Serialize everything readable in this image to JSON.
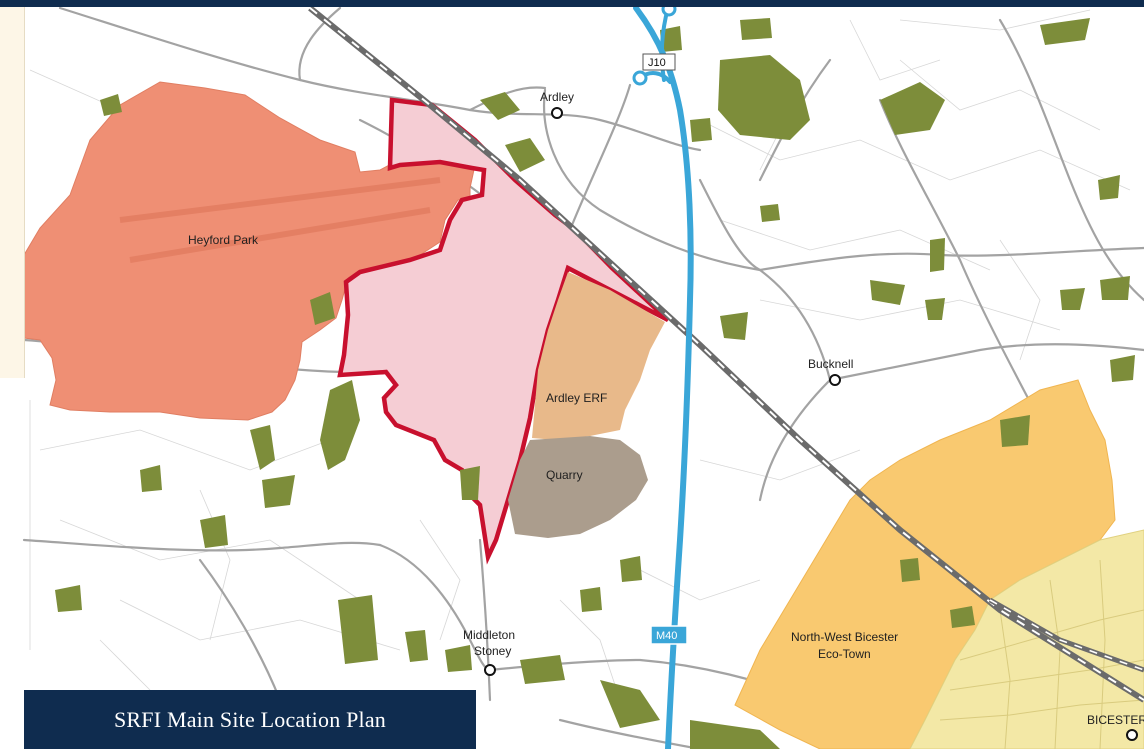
{
  "title": "SRFI Main Site Location Plan",
  "labels": {
    "heyford_park": "Heyford Park",
    "ardley": "Ardley",
    "ardley_erf": "Ardley ERF",
    "quarry": "Quarry",
    "bucknell": "Bucknell",
    "middleton": "Middleton",
    "stoney": "Stoney",
    "nw_bicester_1": "North-West Bicester",
    "nw_bicester_2": "Eco-Town",
    "bicester": "BICESTER",
    "junction": "J10",
    "motorway": "M40"
  },
  "colors": {
    "site_boundary": "#c8102e",
    "site_fill": "#f5cdd4",
    "heyford_fill": "#ef8f74",
    "erf_fill": "#e8b98a",
    "quarry_fill": "#ab9d8d",
    "ecotown_fill": "#f9c970",
    "bicester_fill": "#f3e8a6",
    "woodland": "#7d8d3a",
    "motorway": "#3aa6d8",
    "railway": "#6b6b6b",
    "roads": "#9a9a9a",
    "title_bg": "#0f2c4f"
  }
}
